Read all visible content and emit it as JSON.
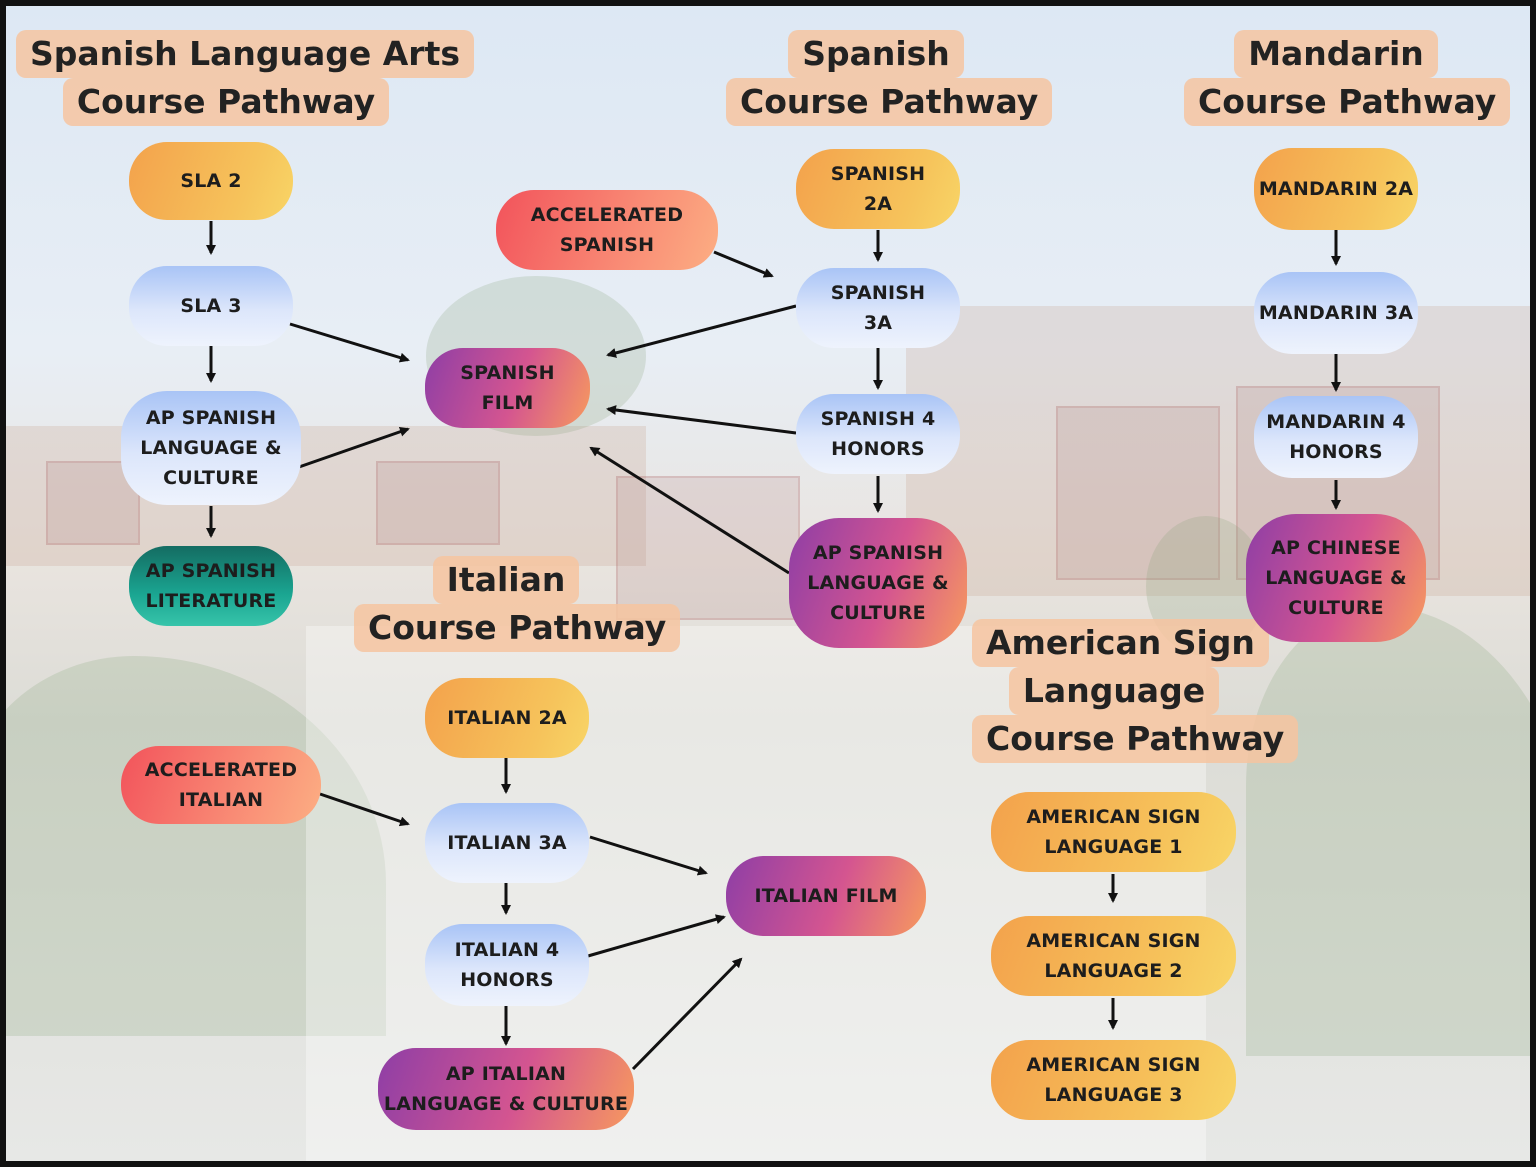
{
  "titles": {
    "sla": [
      "Spanish Language Arts",
      "Course Pathway"
    ],
    "spanish": [
      "Spanish",
      "Course Pathway"
    ],
    "mandarin": [
      "Mandarin",
      "Course Pathway"
    ],
    "italian": [
      "Italian",
      "Course Pathway"
    ],
    "asl": [
      "American Sign",
      "Language",
      "Course Pathway"
    ]
  },
  "nodes": {
    "sla2": "SLA 2",
    "sla3": "SLA 3",
    "ap_spanish_lang_left": "AP SPANISH\nLANGUAGE &\nCULTURE",
    "ap_spanish_lit": "AP SPANISH\nLITERATURE",
    "accelerated_spanish": "ACCELERATED\nSPANISH",
    "spanish_film": "SPANISH\nFILM",
    "spanish2a": "SPANISH\n2A",
    "spanish3a": "SPANISH\n3A",
    "spanish4h": "SPANISH 4\nHONORS",
    "ap_spanish_lang": "AP SPANISH\nLANGUAGE &\nCULTURE",
    "mandarin2a": "MANDARIN 2A",
    "mandarin3a": "MANDARIN 3A",
    "mandarin4h": "MANDARIN 4\nHONORS",
    "ap_chinese": "AP CHINESE\nLANGUAGE &\nCULTURE",
    "accelerated_italian": "ACCELERATED\nITALIAN",
    "italian2a": "ITALIAN 2A",
    "italian3a": "ITALIAN 3A",
    "italian4h": "ITALIAN 4\nHONORS",
    "ap_italian": "AP ITALIAN\nLANGUAGE & CULTURE",
    "italian_film": "ITALIAN FILM",
    "asl1": "AMERICAN SIGN\nLANGUAGE 1",
    "asl2": "AMERICAN SIGN\nLANGUAGE 2",
    "asl3": "AMERICAN SIGN\nLANGUAGE 3"
  },
  "colors": {
    "orange": "#f3a24c",
    "blue": "#a9c4f6",
    "red": "#f2535b",
    "purple": "#8e3ea6",
    "teal": "#146c62",
    "title_bg": "#f6c4a0",
    "arrow": "#111111"
  },
  "edges": [
    [
      "sla2",
      "sla3"
    ],
    [
      "sla3",
      "ap_spanish_lang_left"
    ],
    [
      "ap_spanish_lang_left",
      "ap_spanish_lit"
    ],
    [
      "sla3",
      "spanish_film"
    ],
    [
      "ap_spanish_lang_left",
      "spanish_film"
    ],
    [
      "accelerated_spanish",
      "spanish3a"
    ],
    [
      "spanish2a",
      "spanish3a"
    ],
    [
      "spanish3a",
      "spanish4h"
    ],
    [
      "spanish4h",
      "ap_spanish_lang"
    ],
    [
      "spanish3a",
      "spanish_film"
    ],
    [
      "spanish4h",
      "spanish_film"
    ],
    [
      "ap_spanish_lang",
      "spanish_film"
    ],
    [
      "mandarin2a",
      "mandarin3a"
    ],
    [
      "mandarin3a",
      "mandarin4h"
    ],
    [
      "mandarin4h",
      "ap_chinese"
    ],
    [
      "italian2a",
      "italian3a"
    ],
    [
      "italian3a",
      "italian4h"
    ],
    [
      "italian4h",
      "ap_italian"
    ],
    [
      "accelerated_italian",
      "italian3a"
    ],
    [
      "italian3a",
      "italian_film"
    ],
    [
      "italian4h",
      "italian_film"
    ],
    [
      "ap_italian",
      "italian_film"
    ],
    [
      "asl1",
      "asl2"
    ],
    [
      "asl2",
      "asl3"
    ]
  ]
}
